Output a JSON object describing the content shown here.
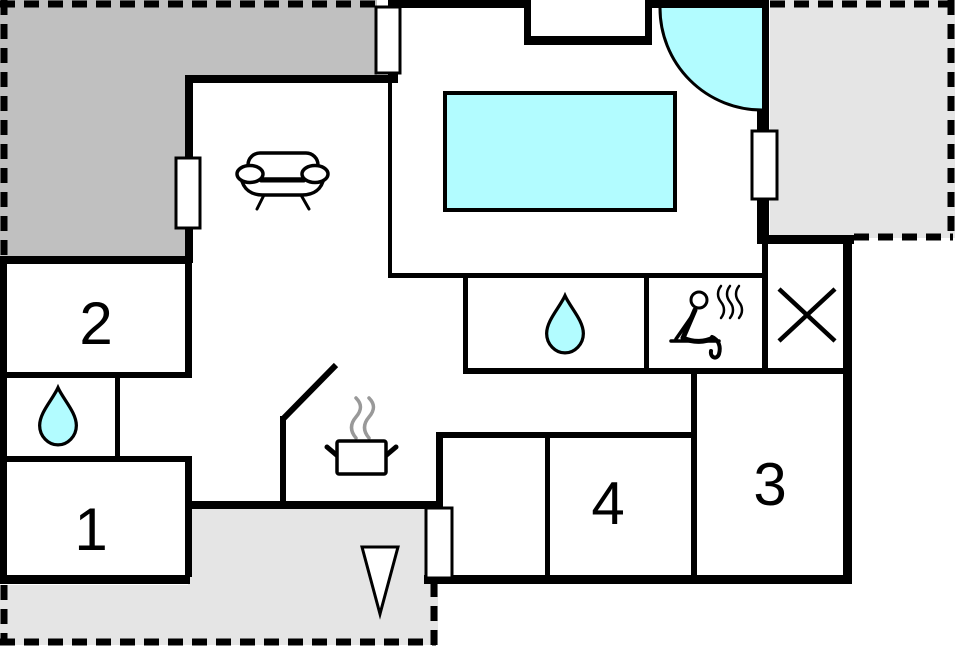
{
  "colors": {
    "background": "#ffffff",
    "wall": "#000000",
    "pool": "#b2fcff",
    "terrace_dark": "#c0c0c0",
    "terrace_light": "#e5e5e5",
    "steam": "#999999",
    "label": "#000000"
  },
  "rooms": {
    "r1": {
      "label": "1"
    },
    "r2": {
      "label": "2"
    },
    "r3": {
      "label": "3"
    },
    "r4": {
      "label": "4"
    }
  },
  "icons": [
    "sofa-icon",
    "pool-rect",
    "door-swing-icon",
    "water-drop-icon-large",
    "water-drop-icon-small",
    "sauna-person-icon",
    "heat-waves-icon",
    "crossed-box-icon",
    "cooking-pot-icon",
    "steam-icon",
    "down-triangle-icon"
  ]
}
